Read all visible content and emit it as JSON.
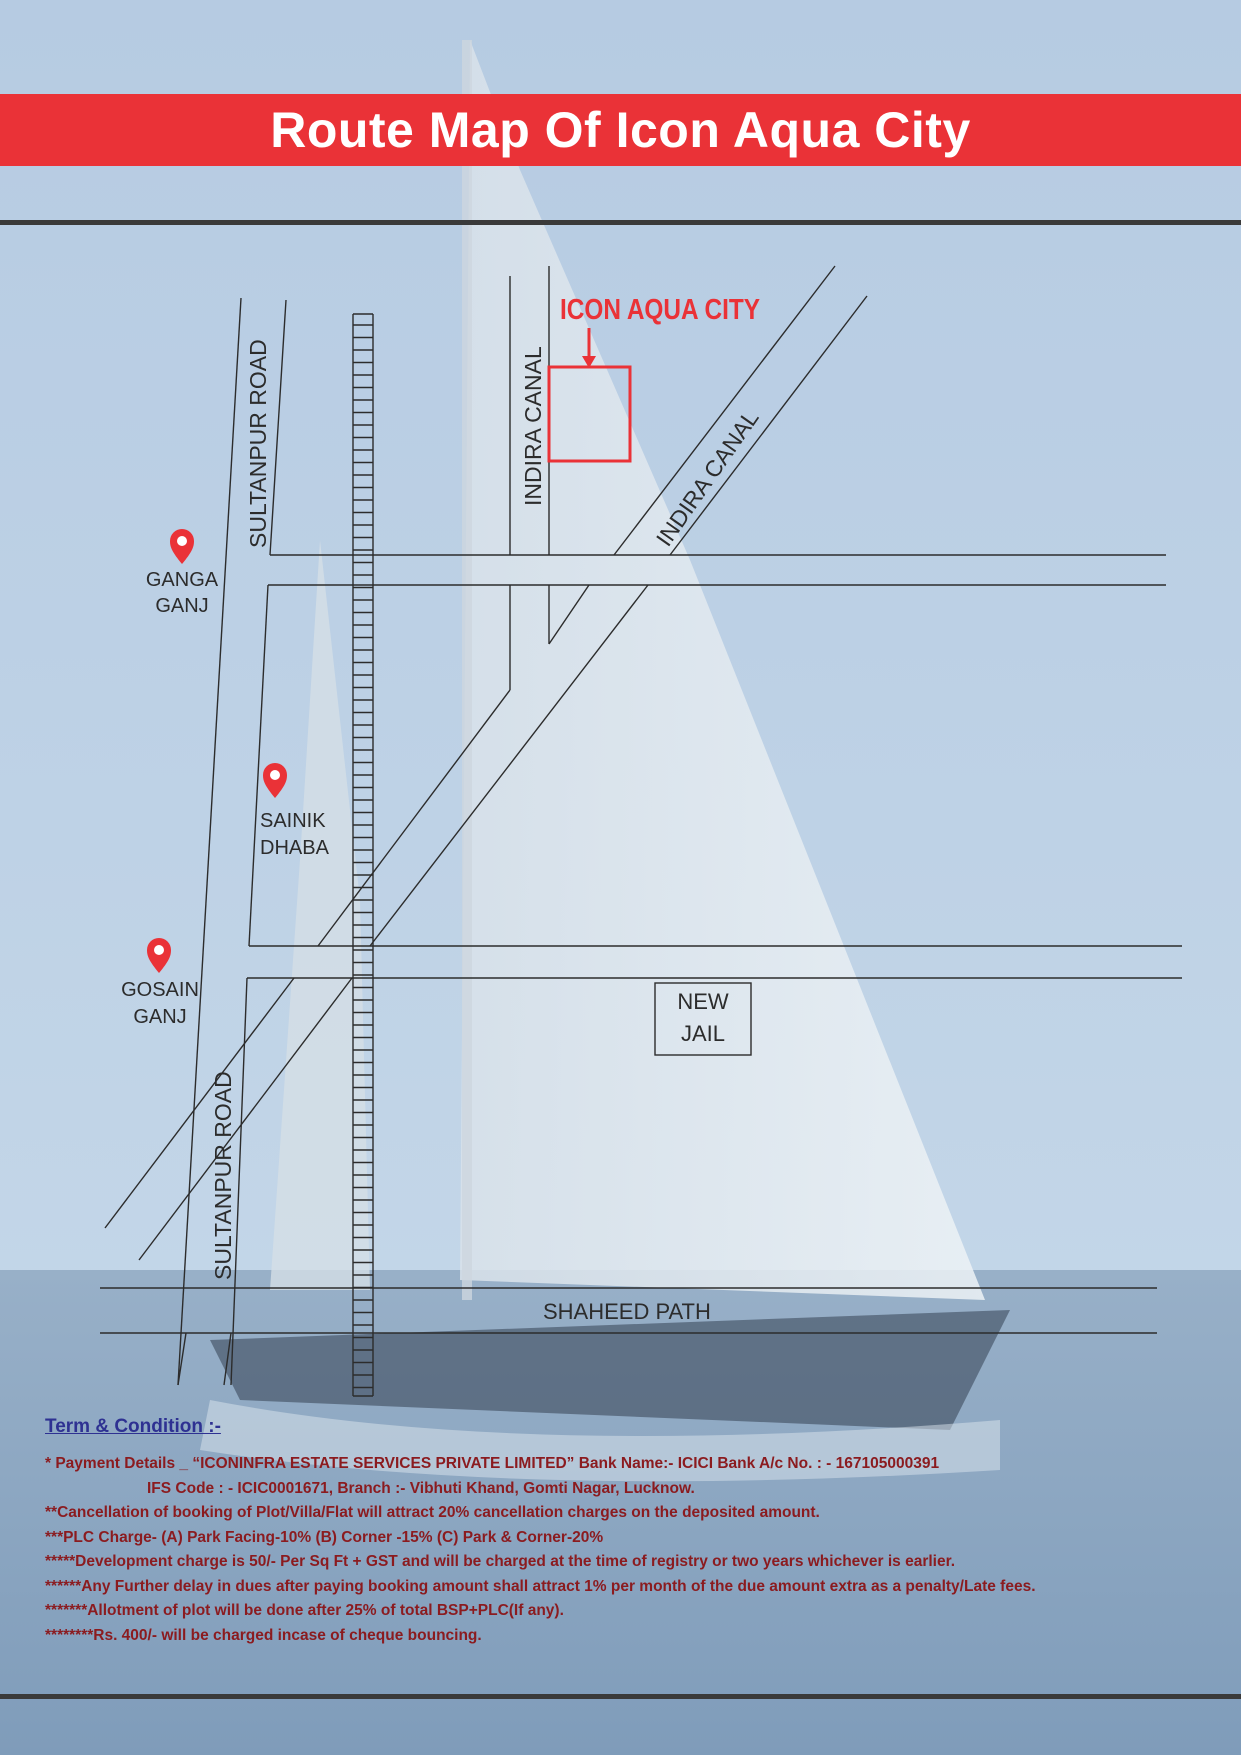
{
  "title": "Route Map Of Icon Aqua City",
  "colors": {
    "banner": "#ea3237",
    "destination": "#ea3237",
    "terms_title": "#2e3192",
    "terms_text": "#8b1b1f"
  },
  "map": {
    "destination": "ICON AQUA CITY",
    "roads": {
      "sultanpur_road_top": "SULTANPUR ROAD",
      "sultanpur_road_bottom": "SULTANPUR ROAD",
      "indira_canal_vertical": "INDIRA CANAL",
      "indira_canal_diagonal": "INDIRA CANAL",
      "shaheed_path": "SHAHEED PATH"
    },
    "places": [
      {
        "line1": "GANGA",
        "line2": "GANJ",
        "icon": "location-pin-icon"
      },
      {
        "line1": "SAINIK",
        "line2": "DHABA",
        "icon": "location-pin-icon"
      },
      {
        "line1": "GOSAIN",
        "line2": "GANJ",
        "icon": "location-pin-icon"
      }
    ],
    "landmark": {
      "line1": "NEW",
      "line2": "JAIL"
    }
  },
  "terms": {
    "title": "Term & Condition :-",
    "lines": [
      "* Payment Details _ “ICONINFRA ESTATE SERVICES PRIVATE LIMITED” Bank Name:- ICICI Bank A/c No. : - 167105000391",
      "IFS Code : - ICIC0001671, Branch :- Vibhuti Khand, Gomti Nagar, Lucknow.",
      "**Cancellation of booking of Plot/Villa/Flat will attract 20% cancellation charges on the deposited amount.",
      "***PLC Charge- (A) Park Facing-10% (B) Corner -15% (C) Park & Corner-20%",
      "*****Development charge is 50/- Per Sq Ft + GST and will be charged at the time  of registry or two years whichever is earlier.",
      "******Any Further delay in dues after paying booking amount shall attract 1% per month of the due amount extra as a penalty/Late fees.",
      "*******Allotment of plot will be done after 25% of total BSP+PLC(If any).",
      "********Rs. 400/- will be charged incase of cheque bouncing."
    ]
  }
}
